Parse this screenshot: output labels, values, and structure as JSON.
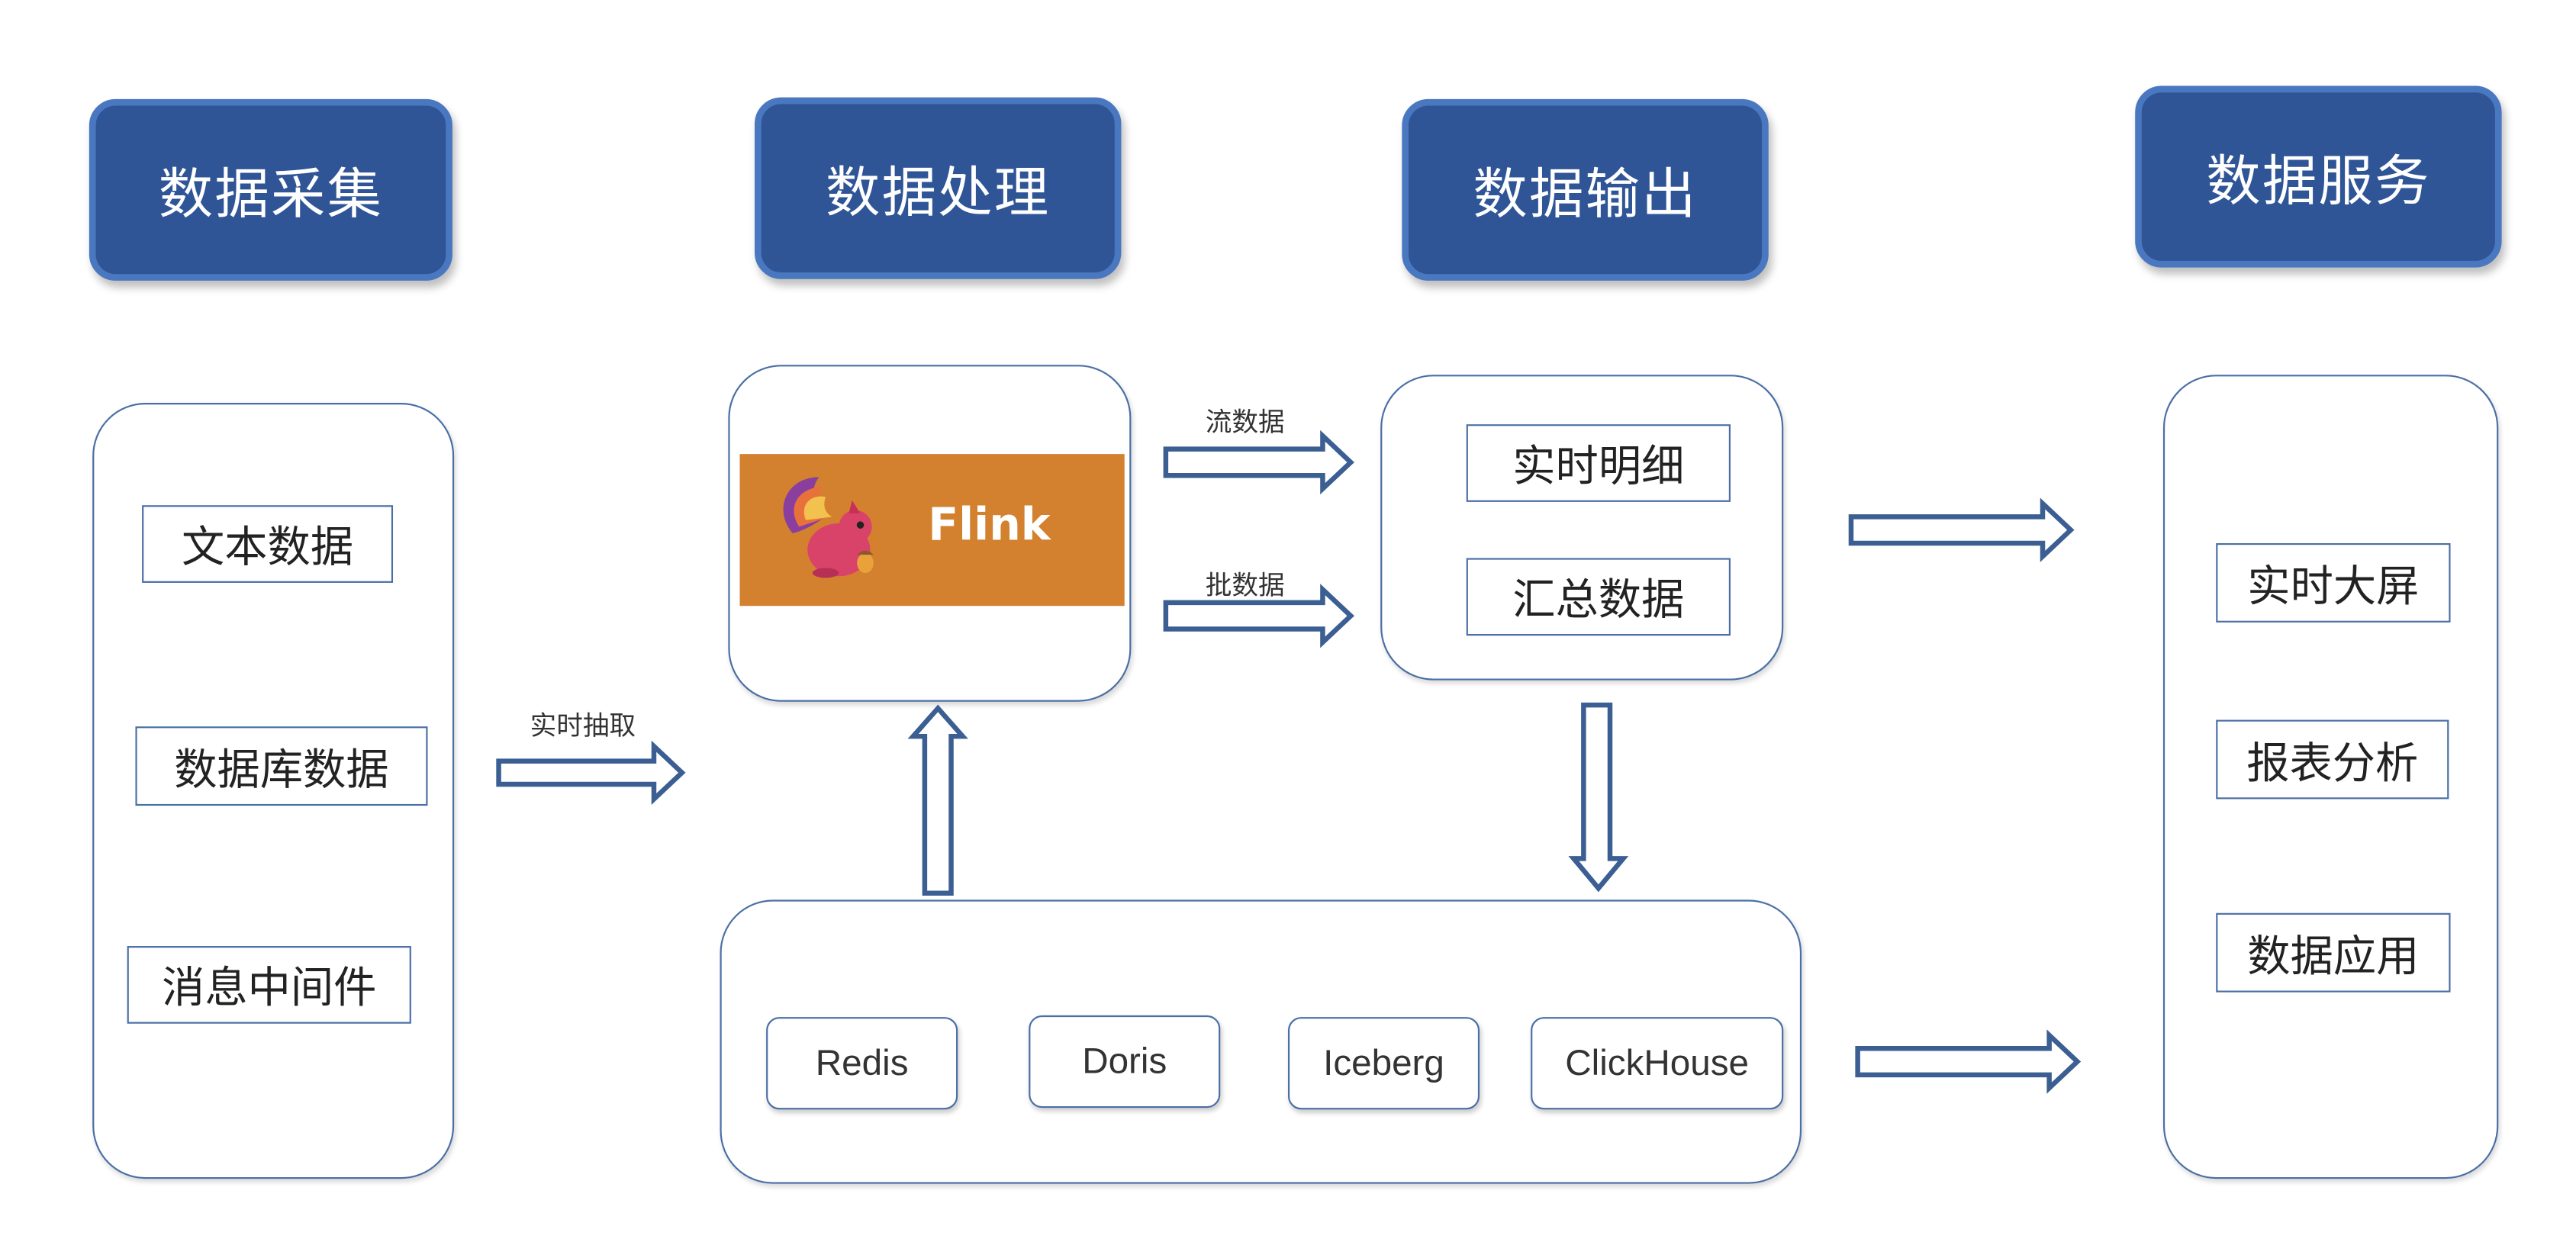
{
  "headers": {
    "collect": "数据采集",
    "process": "数据处理",
    "output": "数据输出",
    "service": "数据服务"
  },
  "sources": [
    "文本数据",
    "数据库数据",
    "消息中间件"
  ],
  "processing": {
    "engine": "Flink"
  },
  "arrow_labels": {
    "extract": "实时抽取",
    "stream": "流数据",
    "batch": "批数据"
  },
  "outputs": [
    "实时明细",
    "汇总数据"
  ],
  "storage": [
    "Redis",
    "Doris",
    "Iceberg",
    "ClickHouse"
  ],
  "services": [
    "实时大屏",
    "报表分析",
    "数据应用"
  ],
  "colors": {
    "header_fill": "#2f5597",
    "border": "#4a6fa5",
    "flink_fill": "#d3812f"
  }
}
